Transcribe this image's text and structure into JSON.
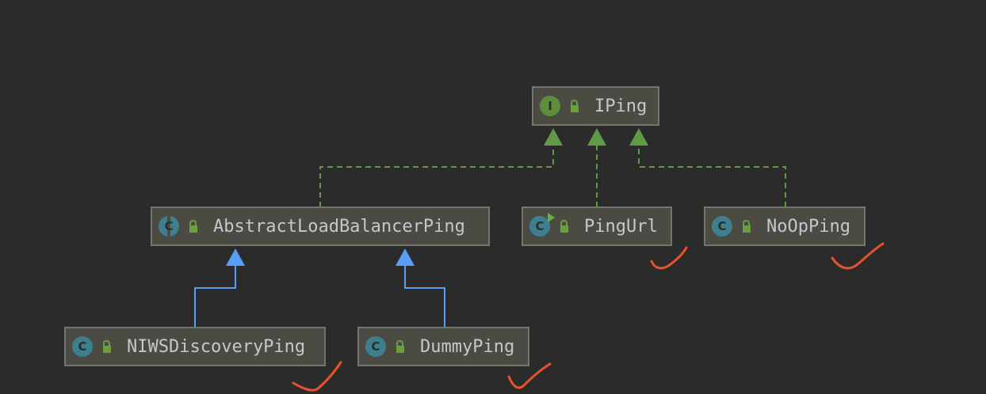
{
  "diagram": {
    "nodes": [
      {
        "id": "iping",
        "name": "IPing",
        "kind": "interface",
        "kind_letter": "I"
      },
      {
        "id": "abstract",
        "name": "AbstractLoadBalancerPing",
        "kind": "abstract",
        "kind_letter": "C"
      },
      {
        "id": "pingurl",
        "name": "PingUrl",
        "kind": "class",
        "kind_letter": "C"
      },
      {
        "id": "noop",
        "name": "NoOpPing",
        "kind": "class",
        "kind_letter": "C"
      },
      {
        "id": "niws",
        "name": "NIWSDiscoveryPing",
        "kind": "class",
        "kind_letter": "C"
      },
      {
        "id": "dummy",
        "name": "DummyPing",
        "kind": "class",
        "kind_letter": "C"
      }
    ],
    "edges": [
      {
        "from": "abstract",
        "to": "iping",
        "type": "implements"
      },
      {
        "from": "pingurl",
        "to": "iping",
        "type": "implements"
      },
      {
        "from": "noop",
        "to": "iping",
        "type": "implements"
      },
      {
        "from": "niws",
        "to": "abstract",
        "type": "extends"
      },
      {
        "from": "dummy",
        "to": "abstract",
        "type": "extends"
      }
    ],
    "checkmarks": [
      "pingurl",
      "noop",
      "niws",
      "dummy"
    ]
  },
  "colors": {
    "background": "#2b2b2b",
    "node_fill": "#4b4b44",
    "node_border": "#75756b",
    "implements_edge": "#5f9a47",
    "extends_edge": "#589df6",
    "checkmark": "#e8522d",
    "interface_icon": "#5d8f3b",
    "class_icon": "#3e7f8f"
  },
  "icons": {
    "interface": "interface-icon",
    "class": "class-icon",
    "abstract": "abstract-class-icon",
    "visibility": "public-lock-icon",
    "check": "checkmark-annotation"
  }
}
